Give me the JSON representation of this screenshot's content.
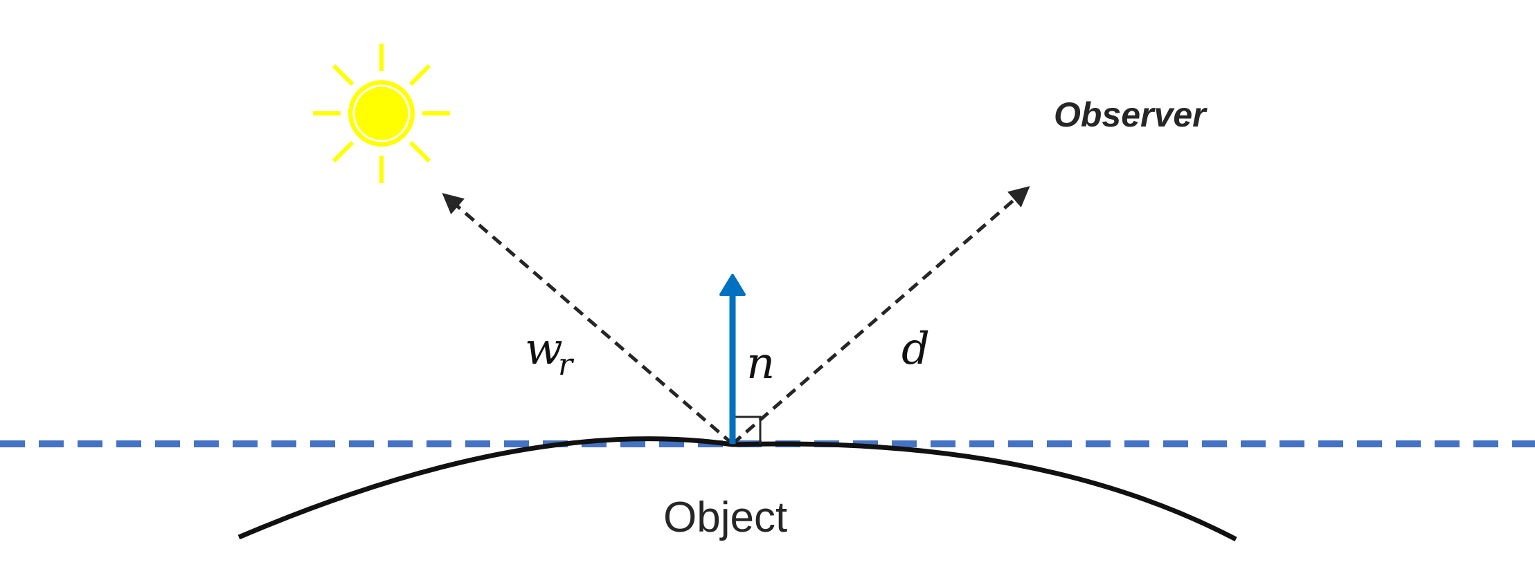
{
  "labels": {
    "observer": "Observer",
    "object": "Object",
    "normal": "n",
    "direction": "d",
    "reflect_main": "w",
    "reflect_sub": "r"
  },
  "icons": {
    "light_source": "sun-icon"
  },
  "colors": {
    "sun": "#FFFF00",
    "sun_outline": "#E8E000",
    "normal_arrow": "#0070C0",
    "tangent_line": "#4472C4",
    "dashed_ray": "#262626",
    "object_outline": "#111111",
    "text": "#262626"
  }
}
